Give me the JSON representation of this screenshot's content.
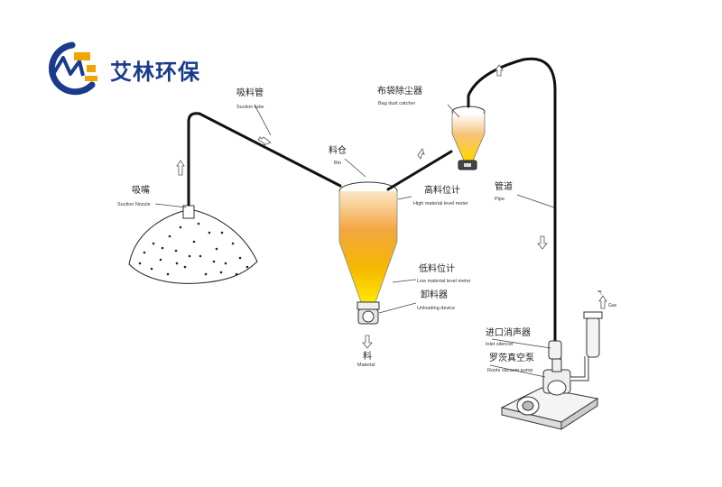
{
  "brand": {
    "name": "艾林环保",
    "logo_colors": {
      "ring": "#1a3a8c",
      "accent": "#f0a500"
    }
  },
  "labels": {
    "suction_tube_zh": "吸料管",
    "suction_tube_en": "Suction tube",
    "suction_nozzle_zh": "吸嘴",
    "suction_nozzle_en": "Suction Nozzle",
    "bin_zh": "料仓",
    "bin_en": "Bin",
    "high_level_zh": "高料位计",
    "high_level_en": "High material level meter",
    "low_level_zh": "低料位计",
    "low_level_en": "Low material level meter",
    "unloading_zh": "卸料器",
    "unloading_en": "Unloading device",
    "material_zh": "料",
    "material_en": "Material",
    "bag_catcher_zh": "布袋除尘器",
    "bag_catcher_en": "Bag dust catcher",
    "pipe_zh": "管道",
    "pipe_en": "Pipe",
    "inlet_silencer_zh": "进口消声器",
    "inlet_silencer_en": "Inlet silencer",
    "roots_pump_zh": "罗茨真空泵",
    "roots_pump_en": "Roots vacuum pump",
    "gas_zh": "气",
    "gas_en": "Gas"
  },
  "colors": {
    "material_top": "#f6d6a8",
    "material_mid": "#f2a53a",
    "material_low": "#ffd400",
    "pipe": "#111111"
  }
}
